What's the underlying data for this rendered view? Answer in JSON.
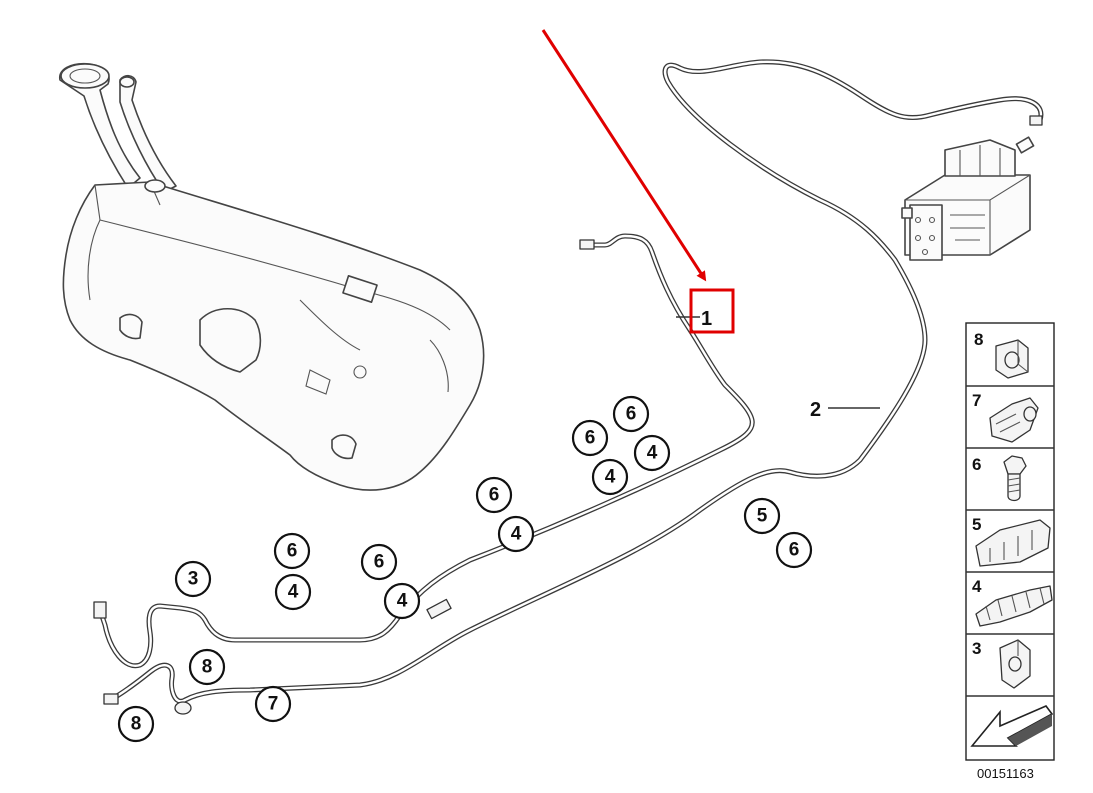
{
  "diagram": {
    "highlighted_part": "1",
    "highlight_color": "#e00000",
    "part_labels": [
      {
        "id": "label-1",
        "number": "1"
      },
      {
        "id": "label-2",
        "number": "2"
      }
    ],
    "callouts": [
      {
        "number": "6"
      },
      {
        "number": "6"
      },
      {
        "number": "4"
      },
      {
        "number": "4"
      },
      {
        "number": "6"
      },
      {
        "number": "4"
      },
      {
        "number": "5"
      },
      {
        "number": "6"
      },
      {
        "number": "3"
      },
      {
        "number": "6"
      },
      {
        "number": "4"
      },
      {
        "number": "6"
      },
      {
        "number": "4"
      },
      {
        "number": "8"
      },
      {
        "number": "7"
      },
      {
        "number": "8"
      }
    ],
    "legend": {
      "items": [
        {
          "number": "8",
          "icon": "clip-8-icon"
        },
        {
          "number": "7",
          "icon": "clip-7-icon"
        },
        {
          "number": "6",
          "icon": "bolt-icon"
        },
        {
          "number": "5",
          "icon": "clip-5-icon"
        },
        {
          "number": "4",
          "icon": "clip-4-icon"
        },
        {
          "number": "3",
          "icon": "clip-3-icon"
        }
      ],
      "footer_icon": "direction-arrow-icon",
      "document_number": "00151163"
    }
  }
}
